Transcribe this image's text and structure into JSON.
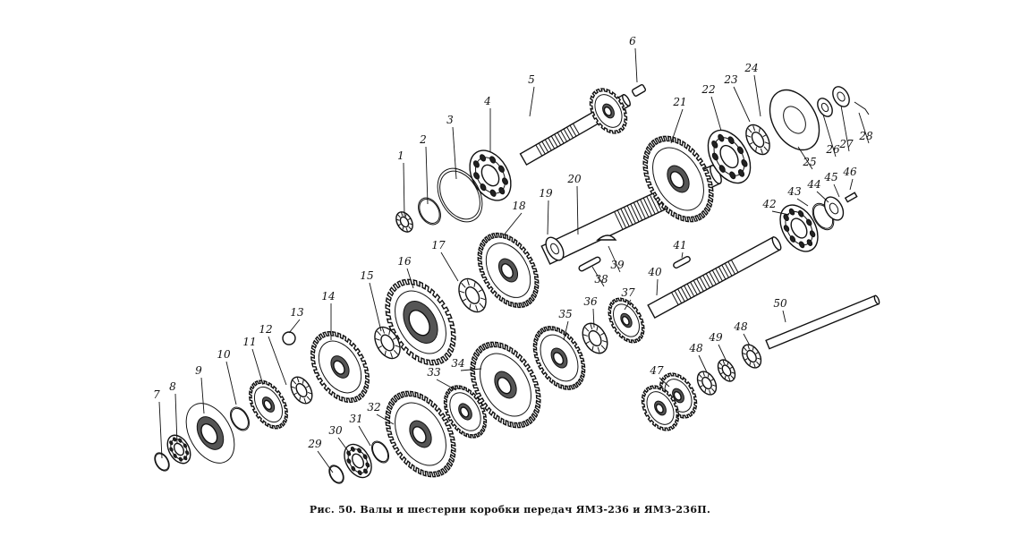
{
  "caption": "Рис. 50. Валы и шестерни коробки передач ЯМЗ-236 и ЯМЗ-236П.",
  "labels": [
    "1",
    "2",
    "3",
    "4",
    "5",
    "6",
    "7",
    "8",
    "9",
    "10",
    "11",
    "12",
    "13",
    "14",
    "15",
    "16",
    "17",
    "18",
    "19",
    "20",
    "21",
    "22",
    "23",
    "24",
    "25",
    "26",
    "27",
    "28",
    "29",
    "30",
    "31",
    "32",
    "33",
    "34",
    "35",
    "36",
    "37",
    "38",
    "39",
    "40",
    "41",
    "42",
    "43",
    "44",
    "45",
    "46",
    "47",
    "48",
    "48",
    "49",
    "50"
  ]
}
